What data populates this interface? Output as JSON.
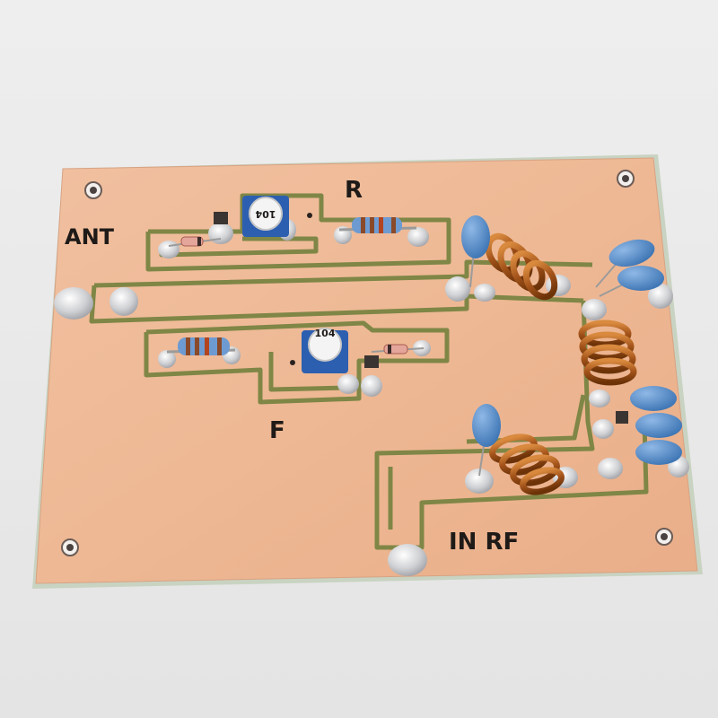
{
  "labels": {
    "ant": "ANT",
    "r": "R",
    "f": "F",
    "in_rf": "IN RF"
  },
  "trimmer_codes": {
    "top": "104",
    "bottom": "104"
  },
  "colors": {
    "background": "#ececec",
    "board_copper": "#efb996",
    "trace_isolation": "#7f8646",
    "solder": "#d8d8d8",
    "capacitor": "#4e86c0",
    "coil": "#a85a1c",
    "resistor_body": "#6d9bd1",
    "trimmer": "#2d5fb0"
  },
  "icons": [
    "pcb-board",
    "trimmer-potentiometer",
    "resistor",
    "diode",
    "inductor-coil",
    "ceramic-capacitor",
    "mounting-hole"
  ]
}
